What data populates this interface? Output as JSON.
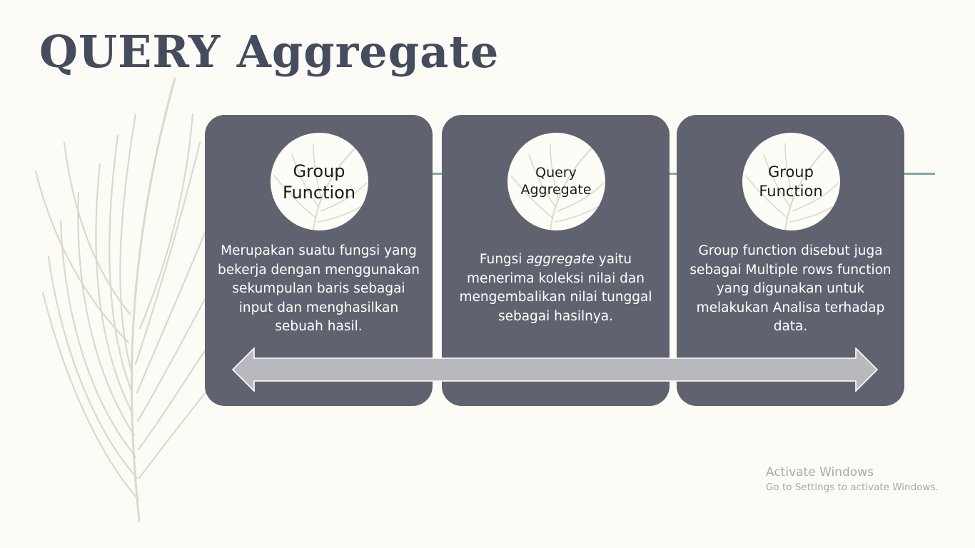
{
  "slide": {
    "title": "QUERY Aggregate",
    "cards": [
      {
        "circle_line1": "Group",
        "circle_line2": "Function",
        "text": "Merupakan suatu fungsi yang bekerja dengan menggunakan sekumpulan baris sebagai input dan menghasilkan sebuah hasil."
      },
      {
        "circle_line1": "Query",
        "circle_line2": "Aggregate",
        "text_before": "Fungsi ",
        "text_italic": "aggregate",
        "text_after": "  yaitu menerima koleksi nilai dan mengembalikan nilai tunggal sebagai hasilnya."
      },
      {
        "circle_line1": "Group",
        "circle_line2": "Function",
        "text": "Group function disebut juga sebagai Multiple rows function yang digunakan untuk melakukan Analisa terhadap data."
      }
    ]
  },
  "watermark": {
    "title": "Activate Windows",
    "subtitle": "Go to Settings to activate Windows."
  },
  "colors": {
    "background": "#fcfbf6",
    "title": "#454c5e",
    "card": "#60636f",
    "accent_line": "#7fa8a6",
    "arrow": "#b8b9bf",
    "feather": "#dcd9cc"
  },
  "icons": [
    "feather-icon",
    "double-arrow-icon"
  ]
}
